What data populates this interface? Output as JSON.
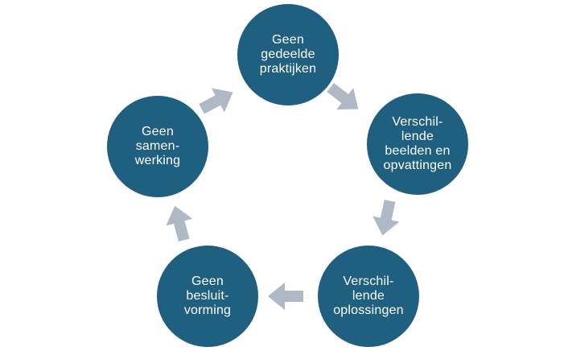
{
  "diagram": {
    "type": "cycle",
    "colors": {
      "background": "#ffffff",
      "node_fill": "#1f5f80",
      "node_border": "#ffffff",
      "node_text": "#ffffff",
      "arrow_fill": "#aeb9c5"
    },
    "nodes": [
      {
        "id": "geen-gedeelde-praktijken",
        "position": "top",
        "lines": [
          "Geen",
          "gedeelde",
          "praktijken"
        ]
      },
      {
        "id": "verschillende-beelden-en-opvattingen",
        "position": "right",
        "lines": [
          "Verschil-",
          "lende",
          "beelden en",
          "opvattingen"
        ]
      },
      {
        "id": "verschillende-oplossingen",
        "position": "bottom-right",
        "lines": [
          "Verschil-",
          "lende",
          "oplossingen"
        ]
      },
      {
        "id": "geen-besluitvorming",
        "position": "bottom-left",
        "lines": [
          "Geen",
          "besluit-",
          "vorming"
        ]
      },
      {
        "id": "geen-samenwerking",
        "position": "left",
        "lines": [
          "Geen",
          "samen-",
          "werking"
        ]
      }
    ],
    "arrows": [
      {
        "icon": "block-arrow-up-right-icon",
        "from": "geen-samenwerking",
        "to": "geen-gedeelde-praktijken",
        "direction": "up-right"
      },
      {
        "icon": "block-arrow-down-right-icon",
        "from": "geen-gedeelde-praktijken",
        "to": "verschillende-beelden-en-opvattingen",
        "direction": "down-right"
      },
      {
        "icon": "block-arrow-down-left-icon",
        "from": "verschillende-beelden-en-opvattingen",
        "to": "verschillende-oplossingen",
        "direction": "down-left"
      },
      {
        "icon": "block-arrow-left-icon",
        "from": "verschillende-oplossingen",
        "to": "geen-besluitvorming",
        "direction": "left"
      },
      {
        "icon": "block-arrow-up-icon",
        "from": "geen-besluitvorming",
        "to": "geen-samenwerking",
        "direction": "up"
      }
    ]
  }
}
